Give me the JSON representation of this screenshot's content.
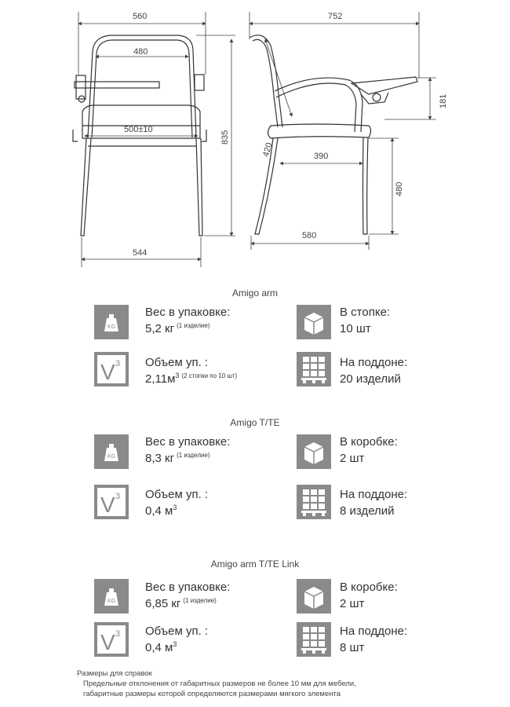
{
  "dimensions": {
    "front_width_top": "560",
    "front_seat_back": "480",
    "front_seat": "500±10",
    "front_height": "835",
    "front_width_bottom": "544",
    "side_depth_top": "752",
    "side_back": "420",
    "side_tablet": "181",
    "side_seat_depth": "390",
    "side_seat_height": "480",
    "side_depth_bottom": "580"
  },
  "sections": [
    {
      "title": "Amigo arm",
      "weight_label": "Вес в упаковке:",
      "weight_value": "5,2 кг",
      "weight_note": "(1 изделие)",
      "volume_label": "Объем уп. :",
      "volume_value": "2,11м",
      "volume_unit": "3",
      "volume_note": "(2 стопки по 10 шт)",
      "pack_label": "В стопке:",
      "pack_value": "10 шт",
      "pallet_label": "На поддоне:",
      "pallet_value": "20 изделий"
    },
    {
      "title": "Amigo T/TE",
      "weight_label": "Вес в упаковке:",
      "weight_value": "8,3 кг",
      "weight_note": "(1 изделие)",
      "volume_label": "Объем уп. :",
      "volume_value": "0,4 м",
      "volume_unit": "3",
      "volume_note": "",
      "pack_label": "В коробке:",
      "pack_value": "2 шт",
      "pallet_label": "На поддоне:",
      "pallet_value": "8 изделий"
    },
    {
      "title": "Amigo arm T/TE Link",
      "weight_label": "Вес в упаковке:",
      "weight_value": "6,85 кг",
      "weight_note": "(1 изделие)",
      "volume_label": "Объем уп. :",
      "volume_value": "0,4 м",
      "volume_unit": "3",
      "volume_note": "",
      "pack_label": "В коробке:",
      "pack_value": "2 шт",
      "pallet_label": "На поддоне:",
      "pallet_value": "8 шт"
    }
  ],
  "icons": {
    "weight_text": "KG",
    "volume_text": "V",
    "volume_sup": "3",
    "color": "#8a8a8a"
  },
  "footnote": {
    "title": "Размеры для справок",
    "line1": "Предельные отклонения от габаритных размеров не более 10 мм для мебели,",
    "line2": "габаритные размеры которой определяются размерами мягкого элемента"
  }
}
